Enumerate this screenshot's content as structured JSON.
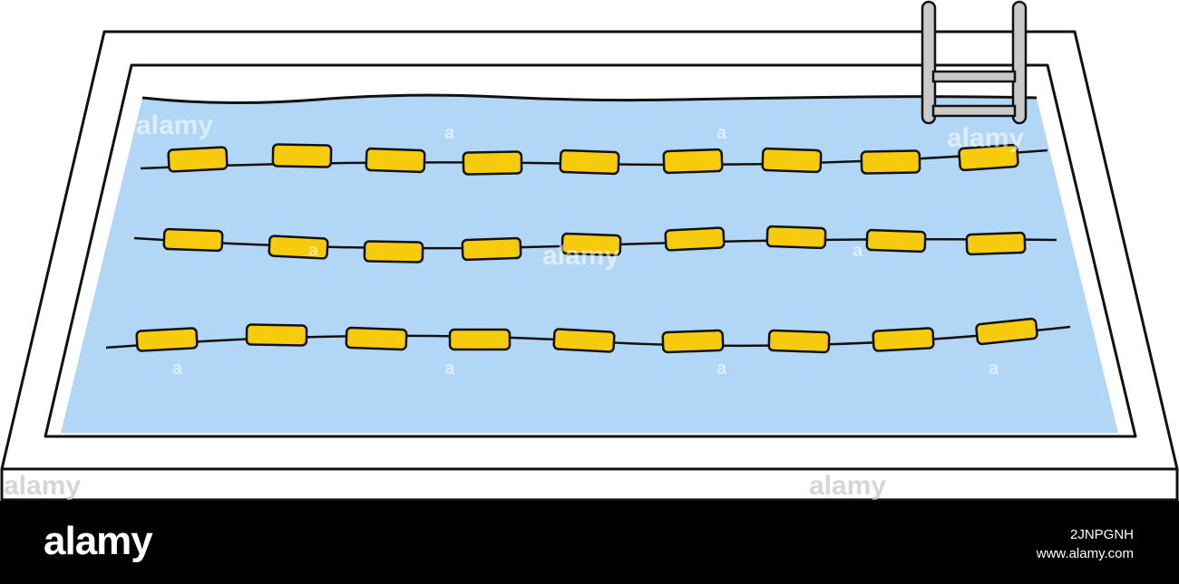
{
  "colors": {
    "water": "#b2d7f6",
    "float": "#f6cb0e",
    "outline": "#111111",
    "deck": "#ffffff",
    "ladder": "#c9c9c9",
    "footer_background": "#000000",
    "footer_text": "#ffffff"
  },
  "illustration": {
    "lane_ropes": [
      {
        "float_count": 9
      },
      {
        "float_count": 9
      },
      {
        "float_count": 9
      }
    ],
    "ladder_icon": "pool-ladder-icon"
  },
  "watermark": {
    "text": "alamy",
    "small_mark": "a"
  },
  "footer": {
    "logo": "alamy",
    "image_id": "2JNPGNH",
    "url": "www.alamy.com"
  }
}
